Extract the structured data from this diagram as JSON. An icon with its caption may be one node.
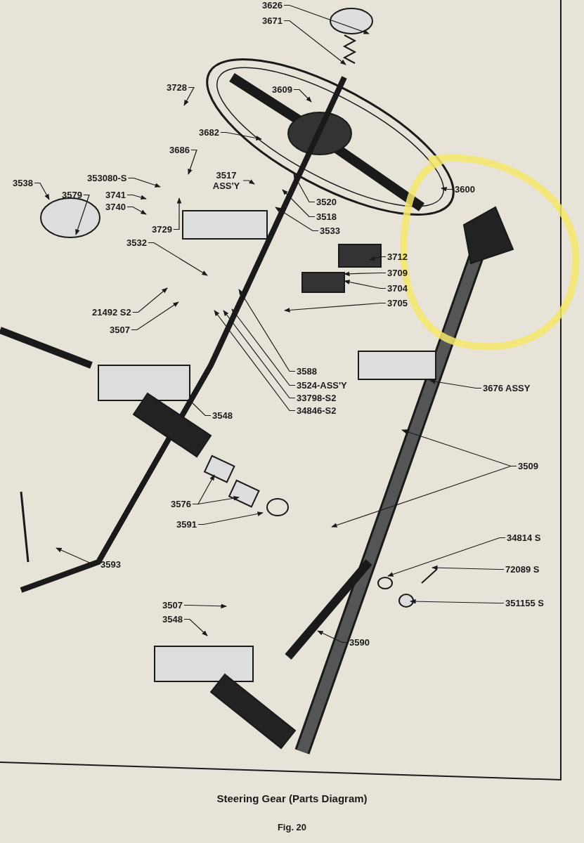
{
  "diagram": {
    "caption": "Steering Gear (Parts Diagram)",
    "nodes": [
      {
        "text": [
          "3626"
        ]
      },
      {
        "text": [
          "3671"
        ]
      },
      {
        "text": [
          "3609"
        ]
      },
      {
        "text": [
          "3728"
        ]
      },
      {
        "text": [
          "3682"
        ]
      },
      {
        "text": [
          "3686"
        ]
      },
      {
        "text": [
          "353080-S"
        ]
      },
      {
        "text": [
          "3538"
        ]
      },
      {
        "text": [
          "3579"
        ]
      },
      {
        "text": [
          "3741"
        ]
      },
      {
        "text": [
          "3740"
        ]
      },
      {
        "text": [
          "3517 ASS'Y"
        ]
      },
      {
        "text": [
          "3520"
        ]
      },
      {
        "text": [
          "3518"
        ]
      },
      {
        "text": [
          "3533"
        ]
      },
      {
        "text": [
          "3729"
        ]
      },
      {
        "text": [
          "3532"
        ]
      },
      {
        "text": [
          "3712"
        ]
      },
      {
        "text": [
          "3709"
        ]
      },
      {
        "text": [
          "3704"
        ]
      },
      {
        "text": [
          "3705"
        ]
      },
      {
        "text": [
          "3600"
        ]
      },
      {
        "text": [
          "21492 S2"
        ]
      },
      {
        "text": [
          "3507"
        ]
      },
      {
        "text": [
          "3588"
        ]
      },
      {
        "text": [
          "3524-ASS'Y"
        ]
      },
      {
        "text": [
          "33798-S2"
        ]
      },
      {
        "text": [
          "34846-S2"
        ]
      },
      {
        "text": [
          "3548"
        ]
      },
      {
        "text": [
          "3676 ASSY"
        ]
      },
      {
        "text": [
          "3509"
        ]
      },
      {
        "text": [
          "3576"
        ]
      },
      {
        "text": [
          "3591"
        ]
      },
      {
        "text": [
          "3593"
        ]
      },
      {
        "text": [
          "34814 S"
        ]
      },
      {
        "text": [
          "72089 S"
        ]
      },
      {
        "text": [
          "351155 S"
        ]
      },
      {
        "text": [
          "3507"
        ]
      },
      {
        "text": [
          "3548"
        ]
      },
      {
        "text": [
          "3590"
        ]
      }
    ],
    "edges": [
      {
        "from": 0,
        "to": null,
        "arrow": "to"
      },
      {
        "from": 1,
        "to": null,
        "arrow": "to"
      },
      {
        "from": 2,
        "to": null,
        "arrow": "to"
      },
      {
        "from": 3,
        "to": null,
        "arrow": "to"
      },
      {
        "from": 4,
        "to": null,
        "arrow": "to"
      },
      {
        "from": 5,
        "to": null,
        "arrow": "to"
      },
      {
        "from": 6,
        "to": null,
        "arrow": "to"
      },
      {
        "from": 7,
        "to": null,
        "arrow": "to"
      },
      {
        "from": 8,
        "to": null,
        "arrow": "to"
      },
      {
        "from": 9,
        "to": null,
        "arrow": "to"
      },
      {
        "from": 10,
        "to": null,
        "arrow": "to"
      },
      {
        "from": 11,
        "to": null,
        "arrow": "to"
      },
      {
        "from": 12,
        "to": null,
        "arrow": "to"
      },
      {
        "from": 13,
        "to": null,
        "arrow": "to"
      },
      {
        "from": 14,
        "to": null,
        "arrow": "to"
      },
      {
        "from": 15,
        "to": null,
        "arrow": "to"
      },
      {
        "from": 16,
        "to": null,
        "arrow": "to"
      },
      {
        "from": 17,
        "to": null,
        "arrow": "to"
      },
      {
        "from": 18,
        "to": null,
        "arrow": "to"
      },
      {
        "from": 19,
        "to": null,
        "arrow": "to"
      },
      {
        "from": 20,
        "to": null,
        "arrow": "to"
      },
      {
        "from": 21,
        "to": null,
        "arrow": "to"
      },
      {
        "from": 22,
        "to": null,
        "arrow": "to"
      },
      {
        "from": 23,
        "to": null,
        "arrow": "to"
      },
      {
        "from": 24,
        "to": null,
        "arrow": "to"
      },
      {
        "from": 25,
        "to": null,
        "arrow": "to"
      },
      {
        "from": 26,
        "to": null,
        "arrow": "to"
      },
      {
        "from": 27,
        "to": null,
        "arrow": "to"
      },
      {
        "from": 28,
        "to": null,
        "arrow": "to"
      },
      {
        "from": 29,
        "to": null,
        "arrow": "to"
      },
      {
        "from": 30,
        "to": null,
        "arrow": "to"
      },
      {
        "from": 30,
        "to": null,
        "arrow": "to"
      },
      {
        "from": 31,
        "to": null,
        "arrow": "to"
      },
      {
        "from": 31,
        "to": null,
        "arrow": "to"
      },
      {
        "from": 32,
        "to": null,
        "arrow": "to"
      },
      {
        "from": 33,
        "to": null,
        "arrow": "to"
      },
      {
        "from": 34,
        "to": null,
        "arrow": "to"
      },
      {
        "from": 35,
        "to": null,
        "arrow": "to"
      },
      {
        "from": 36,
        "to": null,
        "arrow": "to"
      },
      {
        "from": 37,
        "to": null,
        "arrow": "to"
      },
      {
        "from": 38,
        "to": null,
        "arrow": "to"
      },
      {
        "from": 39,
        "to": null,
        "arrow": "to"
      }
    ],
    "labels": [
      "Fig. 20"
    ]
  }
}
